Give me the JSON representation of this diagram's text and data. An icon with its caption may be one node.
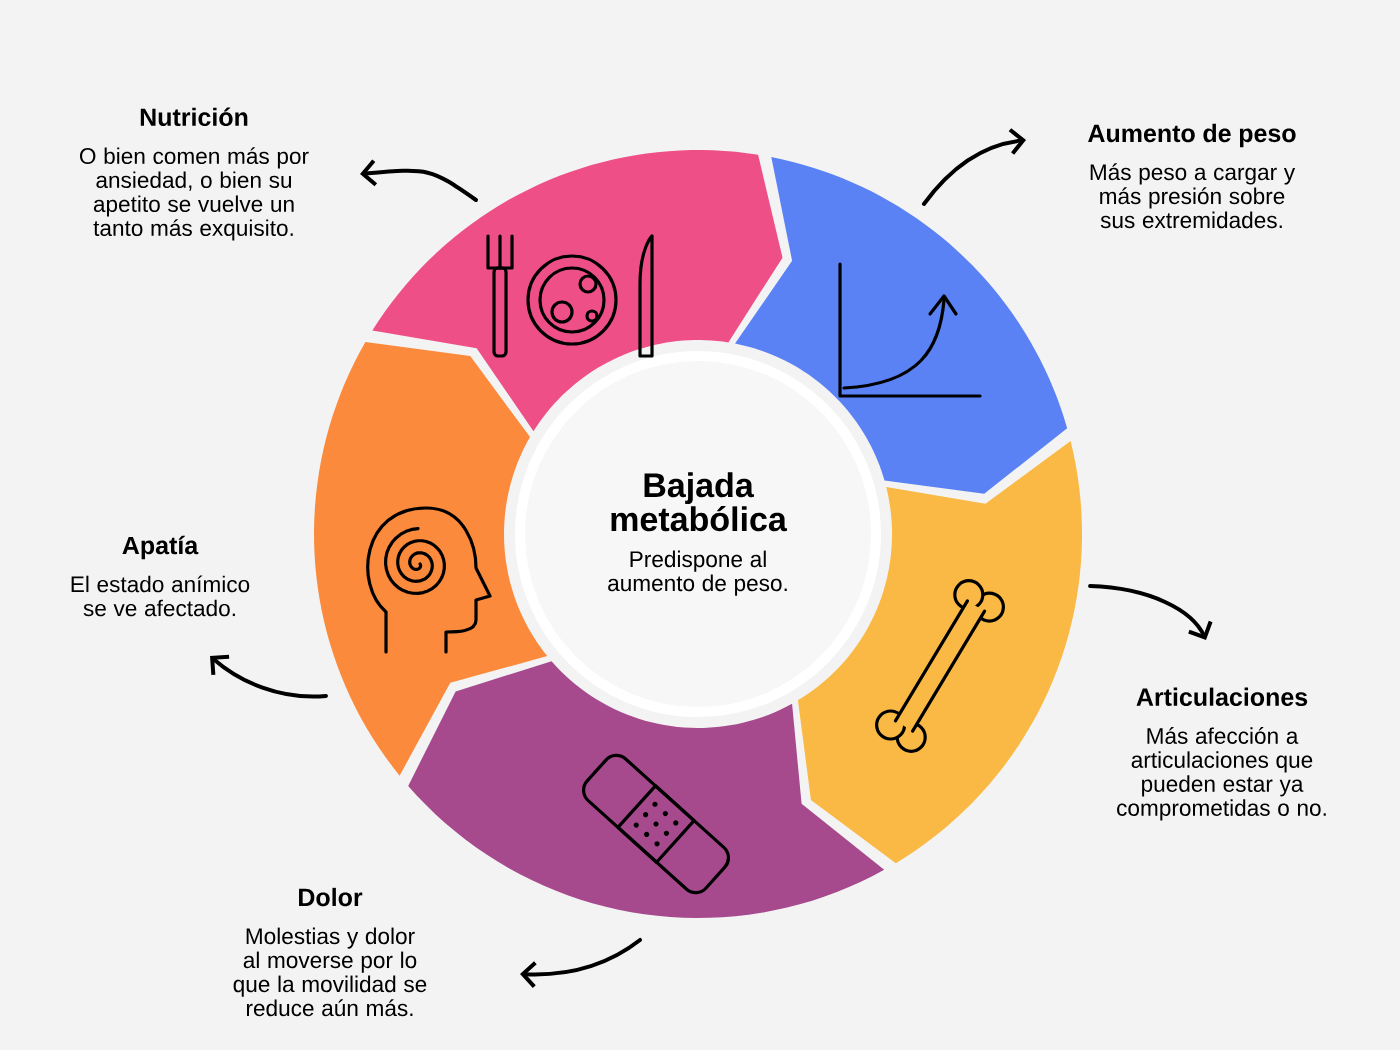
{
  "diagram": {
    "nodes": [
      {
        "text": [
          "Bajada metabólica",
          "Predispone al aumento de peso."
        ]
      },
      {
        "text": [
          "Nutrición",
          "O bien comen más por ansiedad, o bien su apetito se vuelve un tanto más exquisito."
        ]
      },
      {
        "text": [
          "Aumento de peso",
          "Más peso a cargar y más presión sobre sus extremidades."
        ]
      },
      {
        "text": [
          "Apatía",
          "El estado anímico se ve afectado."
        ]
      },
      {
        "text": [
          "Articulaciones",
          "Más afección a articulaciones que pueden estar ya comprometidas o no."
        ]
      },
      {
        "text": [
          "Dolor",
          "Molestias y dolor al moverse por lo que la movilidad se reduce aún más."
        ]
      },
      {
        "text": [],
        "shape": "picture"
      },
      {
        "text": [],
        "shape": "picture"
      },
      {
        "text": [],
        "shape": "picture"
      },
      {
        "text": [],
        "shape": "picture"
      },
      {
        "text": [],
        "shape": "picture"
      }
    ],
    "edges": [
      {
        "from": 6,
        "to": 1,
        "arrow": "to"
      },
      {
        "from": 7,
        "to": 2,
        "arrow": "to"
      },
      {
        "from": 8,
        "to": 4,
        "arrow": "to"
      },
      {
        "from": 9,
        "to": 5,
        "arrow": "to"
      },
      {
        "from": 10,
        "to": 3,
        "arrow": "to"
      }
    ]
  }
}
